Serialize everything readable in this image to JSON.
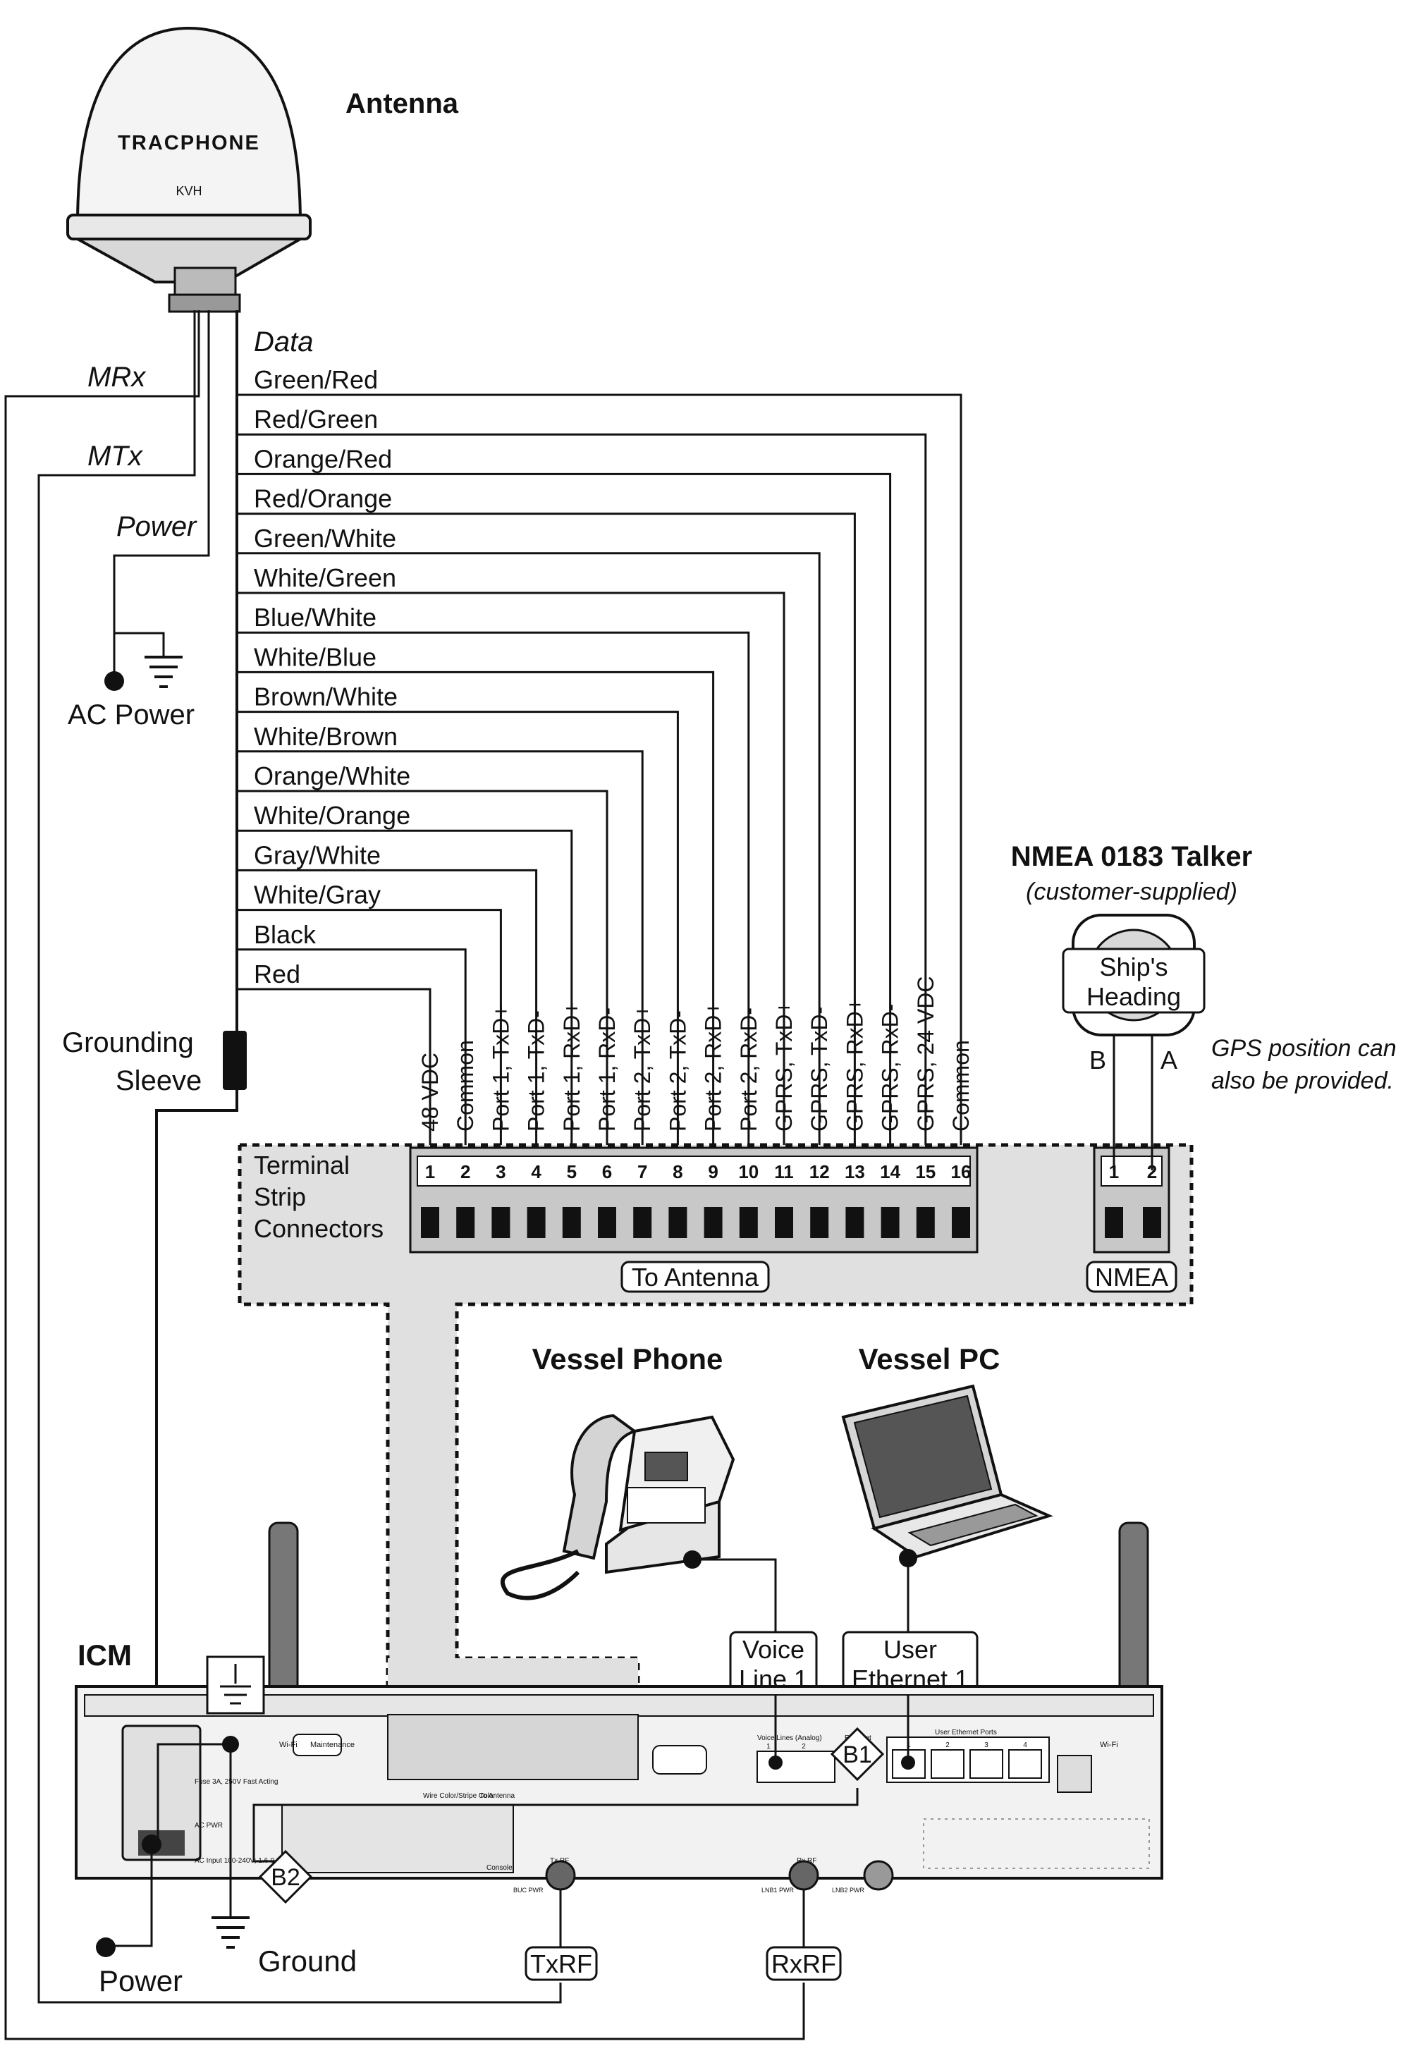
{
  "labels": {
    "antenna": "Antenna",
    "antenna_brand": "TRACPHONE",
    "antenna_logo": "KVH",
    "mrx": "MRx",
    "mtx": "MTx",
    "power_italic": "Power",
    "ac_power": "AC Power",
    "data": "Data",
    "grounding_line1": "Grounding",
    "grounding_line2": "Sleeve",
    "nmea_title": "NMEA 0183 Talker",
    "nmea_sub": "(customer-supplied)",
    "ships_heading_1": "Ship's",
    "ships_heading_2": "Heading",
    "wire_b": "B",
    "wire_a": "A",
    "gps_note_1": "GPS position can",
    "gps_note_2": "also be provided.",
    "terminal_1": "Terminal",
    "terminal_2": "Strip",
    "terminal_3": "Connectors",
    "to_antenna": "To Antenna",
    "nmea_box": "NMEA",
    "vessel_phone": "Vessel Phone",
    "vessel_pc": "Vessel PC",
    "voice_line_1": "Voice",
    "voice_line_2": "Line 1",
    "user_eth_1": "User",
    "user_eth_2": "Ethernet 1",
    "icm": "ICM",
    "b1": "B1",
    "b2": "B2",
    "txrf": "TxRF",
    "rxrf": "RxRF",
    "power_bottom": "Power",
    "ground": "Ground",
    "panel_wifi_left": "Wi-Fi",
    "panel_maintenance": "Maintenance",
    "panel_voice_lines": "Voice Lines (Analog)",
    "panel_ethernet": "Ethernet",
    "panel_user_eth_ports": "User Ethernet Ports",
    "panel_wifi_right": "Wi-Fi",
    "panel_fuse": "Fuse 3A, 250V Fast Acting",
    "panel_ac_pwr": "AC PWR",
    "panel_ac_input": "AC Input 100-240V; 1.6-0.8A 50/60 Hz",
    "panel_console": "Console",
    "panel_txrf": "Tx RF",
    "panel_rxrf": "Rx RF",
    "panel_buc_pwr": "BUC PWR",
    "panel_lnb1_pwr": "LNB1 PWR",
    "panel_lnb2_pwr": "LNB2 PWR",
    "panel_wire_color": "Wire Color/Stripe Color",
    "panel_to_antenna": "To Antenna"
  },
  "wires": [
    "Green/Red",
    "Red/Green",
    "Orange/Red",
    "Red/Orange",
    "Green/White",
    "White/Green",
    "Blue/White",
    "White/Blue",
    "Brown/White",
    "White/Brown",
    "Orange/White",
    "White/Orange",
    "Gray/White",
    "White/Gray",
    "Black",
    "Red"
  ],
  "terminals": [
    {
      "num": "1",
      "label": "48 VDC"
    },
    {
      "num": "2",
      "label": "Common"
    },
    {
      "num": "3",
      "label": "Port 1, TxD+"
    },
    {
      "num": "4",
      "label": "Port 1, TxD-"
    },
    {
      "num": "5",
      "label": "Port 1, RxD+"
    },
    {
      "num": "6",
      "label": "Port 1, RxD-"
    },
    {
      "num": "7",
      "label": "Port 2, TxD+"
    },
    {
      "num": "8",
      "label": "Port 2, TxD-"
    },
    {
      "num": "9",
      "label": "Port 2, RxD+"
    },
    {
      "num": "10",
      "label": "Port 2, RxD-"
    },
    {
      "num": "11",
      "label": "GPRS, TxD+"
    },
    {
      "num": "12",
      "label": "GPRS, TxD-"
    },
    {
      "num": "13",
      "label": "GPRS, RxD+"
    },
    {
      "num": "14",
      "label": "GPRS, RxD-"
    },
    {
      "num": "15",
      "label": "GPRS, 24 VDC"
    },
    {
      "num": "16",
      "label": "Common"
    }
  ],
  "nmea_terminals": [
    "1",
    "2"
  ],
  "user_eth_port_nums": [
    "1",
    "2",
    "3",
    "4"
  ],
  "voice_port_nums": [
    "1",
    "2"
  ]
}
